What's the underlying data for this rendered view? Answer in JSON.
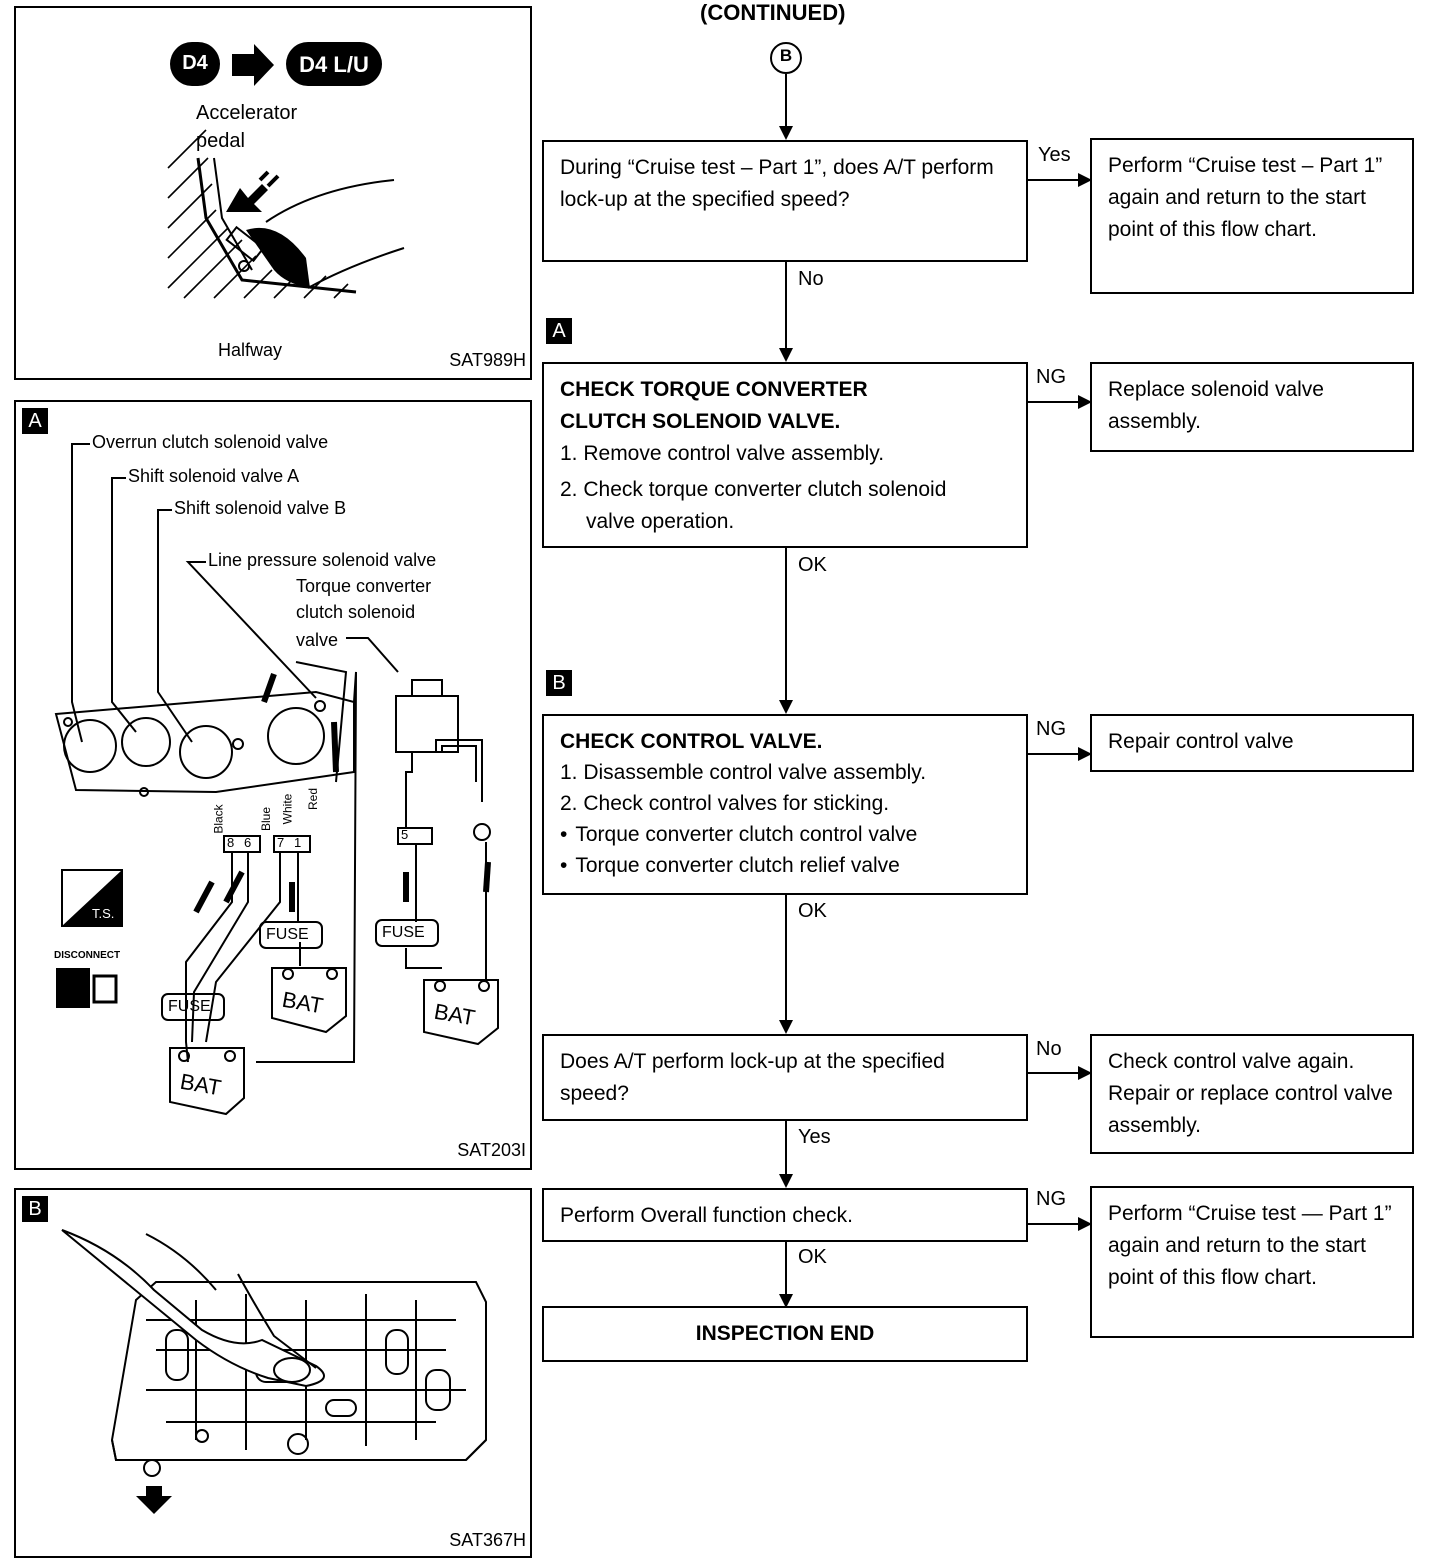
{
  "continued": "(CONTINUED)",
  "start_marker": "B",
  "panel1": {
    "d4": "D4",
    "d4lu": "D4 L/U",
    "accel": "Accelerator",
    "pedal": "pedal",
    "halfway": "Halfway",
    "code": "SAT989H"
  },
  "panel2": {
    "tag": "A",
    "labels": {
      "overrun": "Overrun clutch solenoid valve",
      "shift_a": "Shift solenoid valve A",
      "shift_b": "Shift solenoid valve B",
      "line_pressure": "Line pressure solenoid valve",
      "torque1": "Torque converter",
      "torque2": "clutch solenoid",
      "torque3": "valve"
    },
    "wires": {
      "black": "Black",
      "blue": "Blue",
      "white": "White",
      "red": "Red"
    },
    "terminals": [
      "8",
      "6",
      "7",
      "1",
      "5"
    ],
    "fuse": "FUSE",
    "bat": "BAT",
    "ts": "T.S.",
    "disconnect": "DISCONNECT",
    "code": "SAT203I"
  },
  "panel3": {
    "tag": "B",
    "code": "SAT367H"
  },
  "flow": {
    "q1": "During “Cruise test – Part 1”, does A/T perform lock-up at the specified speed?",
    "yes1": "Yes",
    "r1": "Perform “Cruise test – Part 1” again and return to the start point of this flow chart.",
    "no1": "No",
    "tag_a": "A",
    "checkA_title1": "CHECK TORQUE CONVERTER",
    "checkA_title2": "CLUTCH SOLENOID VALVE.",
    "checkA_step1": "1. Remove control valve assembly.",
    "checkA_step2a": "2. Check torque converter clutch solenoid",
    "checkA_step2b": "valve operation.",
    "ng1": "NG",
    "r2": "Replace solenoid valve assembly.",
    "ok1": "OK",
    "tag_b": "B",
    "checkB_title": "CHECK CONTROL VALVE.",
    "checkB_step1": "1. Disassemble control valve assembly.",
    "checkB_step2": "2. Check control valves for sticking.",
    "checkB_b1": "Torque converter clutch control valve",
    "checkB_b2": "Torque converter clutch relief valve",
    "ng2": "NG",
    "r3": "Repair control valve",
    "ok2": "OK",
    "q2": "Does A/T perform lock-up at the specified speed?",
    "no2": "No",
    "r4": "Check control valve again. Repair or replace control valve assembly.",
    "yes2": "Yes",
    "q3": "Perform Overall function check.",
    "ng3": "NG",
    "r5": "Perform “Cruise test — Part 1” again and return to the start point of this flow chart.",
    "ok3": "OK",
    "end": "INSPECTION END"
  }
}
